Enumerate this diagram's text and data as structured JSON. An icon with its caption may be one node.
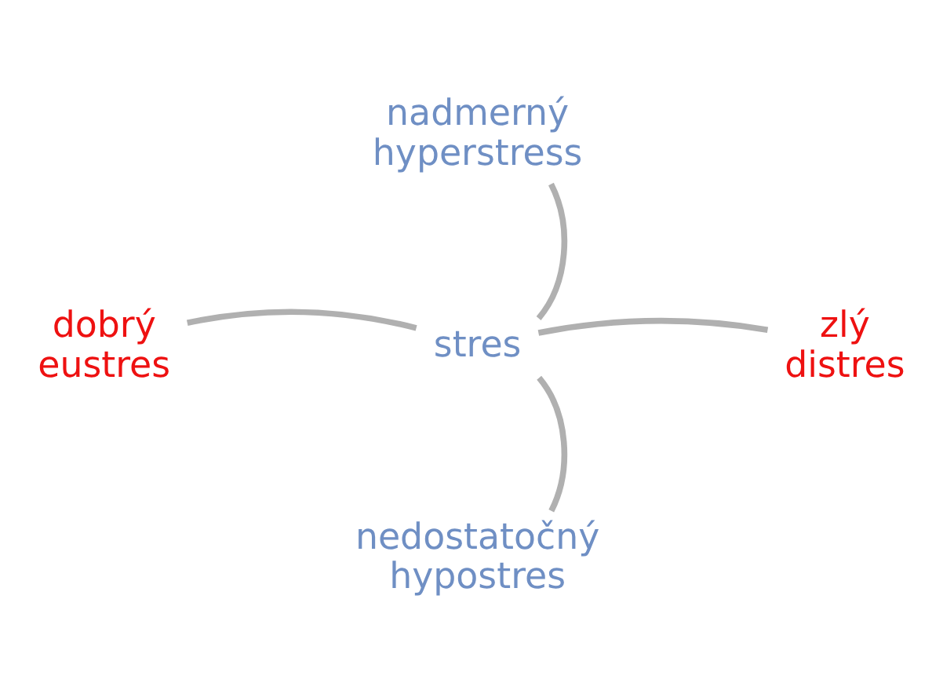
{
  "diagram": {
    "nodes": [
      {
        "text": [
          "nadmerný hyperstress"
        ]
      },
      {
        "text": [
          "dobrý eustres"
        ]
      },
      {
        "text": [
          "stres"
        ]
      },
      {
        "text": [
          "zlý distres"
        ]
      },
      {
        "text": [
          "nedostatočný hypostres"
        ]
      }
    ],
    "edges": [
      {
        "from": 2,
        "to": 0,
        "arrow": "none"
      },
      {
        "from": 2,
        "to": 1,
        "arrow": "none"
      },
      {
        "from": 2,
        "to": 3,
        "arrow": "none"
      },
      {
        "from": 2,
        "to": 4,
        "arrow": "none"
      }
    ]
  }
}
